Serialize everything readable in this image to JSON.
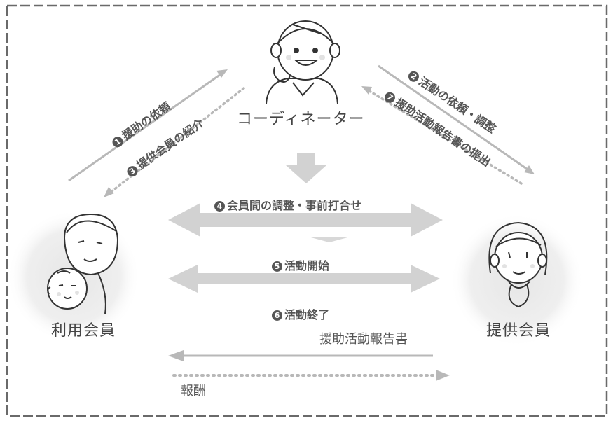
{
  "nodes": {
    "coordinator": "コーディネーター",
    "user_member": "利用会員",
    "provider_member": "提供会員"
  },
  "steps": {
    "s1": {
      "num": "1",
      "text": "援助の依頼"
    },
    "s2": {
      "num": "2",
      "text": "活動の依頼・調整"
    },
    "s3": {
      "num": "3",
      "text": "提供会員の紹介"
    },
    "s4": {
      "num": "4",
      "text": "会員間の調整・事前打合せ"
    },
    "s5": {
      "num": "5",
      "text": "活動開始"
    },
    "s6": {
      "num": "6",
      "text": "活動終了"
    },
    "s7": {
      "num": "7",
      "text": "援助活動報告書の提出"
    }
  },
  "labels": {
    "report": "援助活動報告書",
    "reward": "報酬"
  },
  "colors": {
    "frame": "#6a6a6a",
    "arrow_gray": "#d2d2d2",
    "line_gray": "#b8b8b8",
    "node_bg": "#ededed",
    "text": "#444444"
  }
}
